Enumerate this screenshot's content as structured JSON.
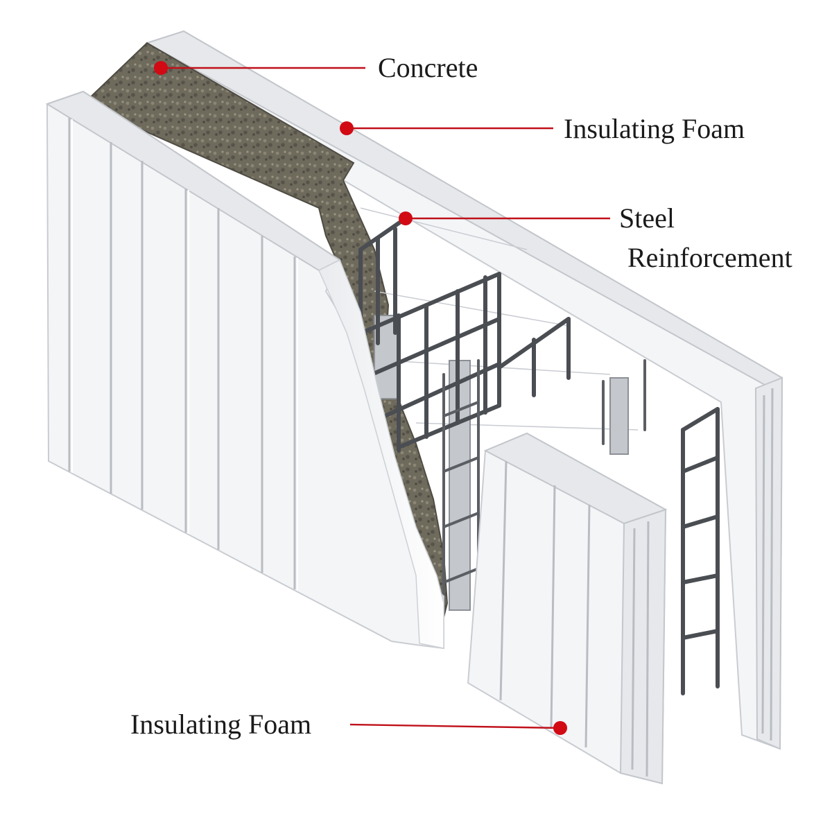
{
  "labels": {
    "concrete": "Concrete",
    "insulating_foam_top": "Insulating Foam",
    "steel_line1": "Steel",
    "steel_line2": "Reinforcement",
    "insulating_foam_bottom": "Insulating Foam"
  },
  "colors": {
    "leader": "#c0101a",
    "dot": "#d10a14",
    "foam": "#f4f5f7",
    "concrete": "#6f6a5c",
    "rebar": "#4a4d52"
  }
}
